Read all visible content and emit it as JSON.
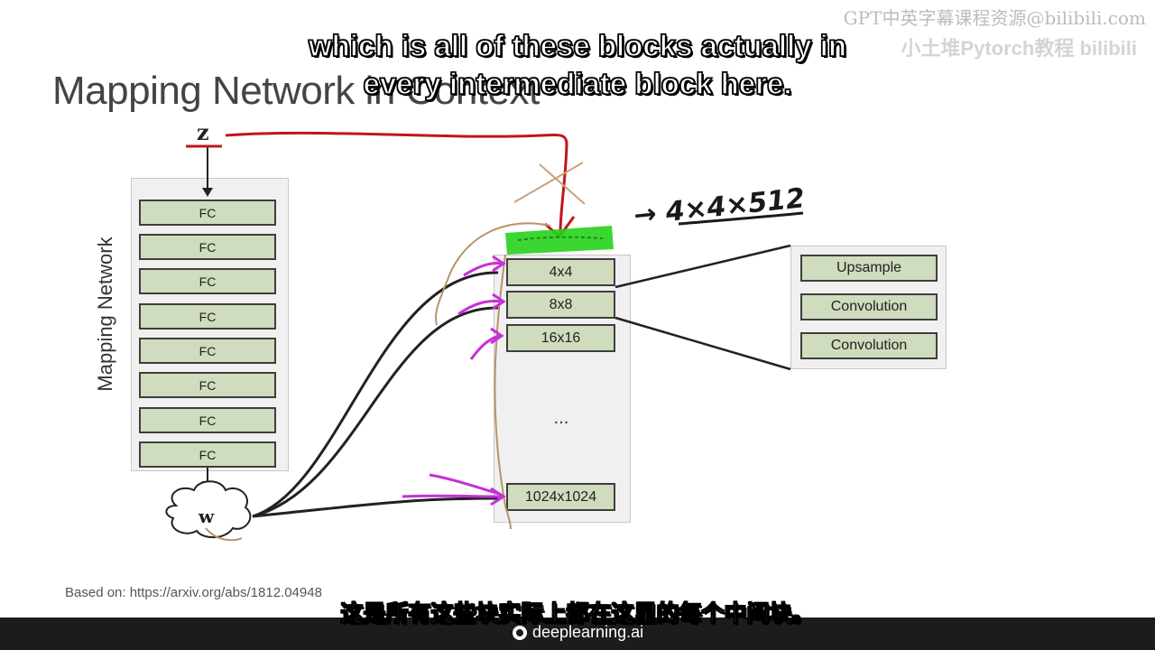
{
  "slide": {
    "title": "Mapping Network in Context",
    "citation": "Based on: https://arxiv.org/abs/1812.04948"
  },
  "captions": {
    "english": "which is all of these blocks actually in every intermediate block here.",
    "chinese": "这是所有这些块实际上都在这里的每个中间块。"
  },
  "watermark": {
    "line1": "GPT中英字幕课程资源@bilibili.com",
    "line2": "小土堆Pytorch教程 bilibili"
  },
  "brand": {
    "name": "deeplearning.ai"
  },
  "diagram": {
    "input_label": "z",
    "latent_label": "w",
    "mapping_network_label": "Mapping Network",
    "fc_layers": [
      "FC",
      "FC",
      "FC",
      "FC",
      "FC",
      "FC",
      "FC",
      "FC"
    ],
    "synthesis_blocks": [
      "4x4",
      "8x8",
      "16x16"
    ],
    "ellipsis": "...",
    "final_block": "1024x1024",
    "detail_blocks": [
      "Upsample",
      "Convolution",
      "Convolution"
    ],
    "handwritten_annotation": "→ 4×4×512"
  },
  "colors": {
    "pen_red": "#c0161b",
    "pen_magenta": "#c72fd8",
    "pen_tan": "#b8936a",
    "highlight_green": "#27d11c",
    "block_fill": "#cfdcbd"
  }
}
